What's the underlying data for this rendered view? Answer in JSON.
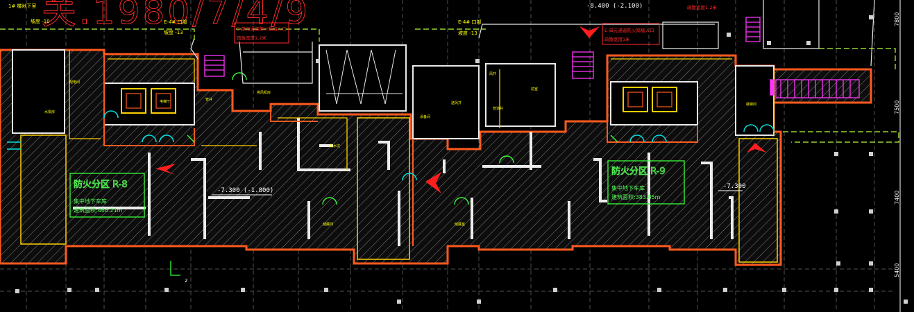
{
  "drawing": {
    "colors": {
      "background": "#000000",
      "wall": "#e9e9e9",
      "outline": "#ffd000",
      "boundary": "#ff5a1e",
      "hatch": "#8a8a8a",
      "zone_label": "#55ff55",
      "text_yellow": "#ffff00",
      "text_red": "#ff2a2a",
      "stair": "#ff33ff",
      "cyan": "#00e0e0",
      "grid": "#666666",
      "dimension": "#ffffff"
    },
    "top_label": "1# 楼地下室",
    "watermark": "关.1980/7/4/9",
    "slope_left": "坡度 -10",
    "floor_label_center": "E-4# 口部",
    "slope_center": "坡度 -13",
    "floor_label_right": "E-4# 口部",
    "slope_right": "坡度 -13",
    "elevation_top": "-8.400 (-2.100)",
    "red_note_left_1": "E-单元通道防火隔墙入口",
    "red_note_left_2": "疏散宽度1.2米",
    "red_note_right_1": "E-单元通道防火隔墙入口",
    "red_note_right_2": "疏散宽度1米",
    "red_note_top_right": "疏散宽度1.2米",
    "zone_left": {
      "title": "防火分区 R-8",
      "line1": "集中地下车库",
      "line2": "建筑面积:466.21m"
    },
    "zone_right": {
      "title": "防火分区 R-9",
      "line1": "集中地下车库",
      "line2": "建筑面积:383.85m"
    },
    "elev_left": "-7.300 (-1.800)",
    "elev_right": "-7.300",
    "grid_mark": "2",
    "dims_right": [
      "7800",
      "7500",
      "7400",
      "5400"
    ],
    "room_labels": [
      "配电间",
      "水泵房",
      "储藏间",
      "管井",
      "风井",
      "前室",
      "电梯厅",
      "设备间",
      "楼梯间",
      "储藏室",
      "管道井",
      "排风机房",
      "送风井",
      "集水坑"
    ]
  }
}
